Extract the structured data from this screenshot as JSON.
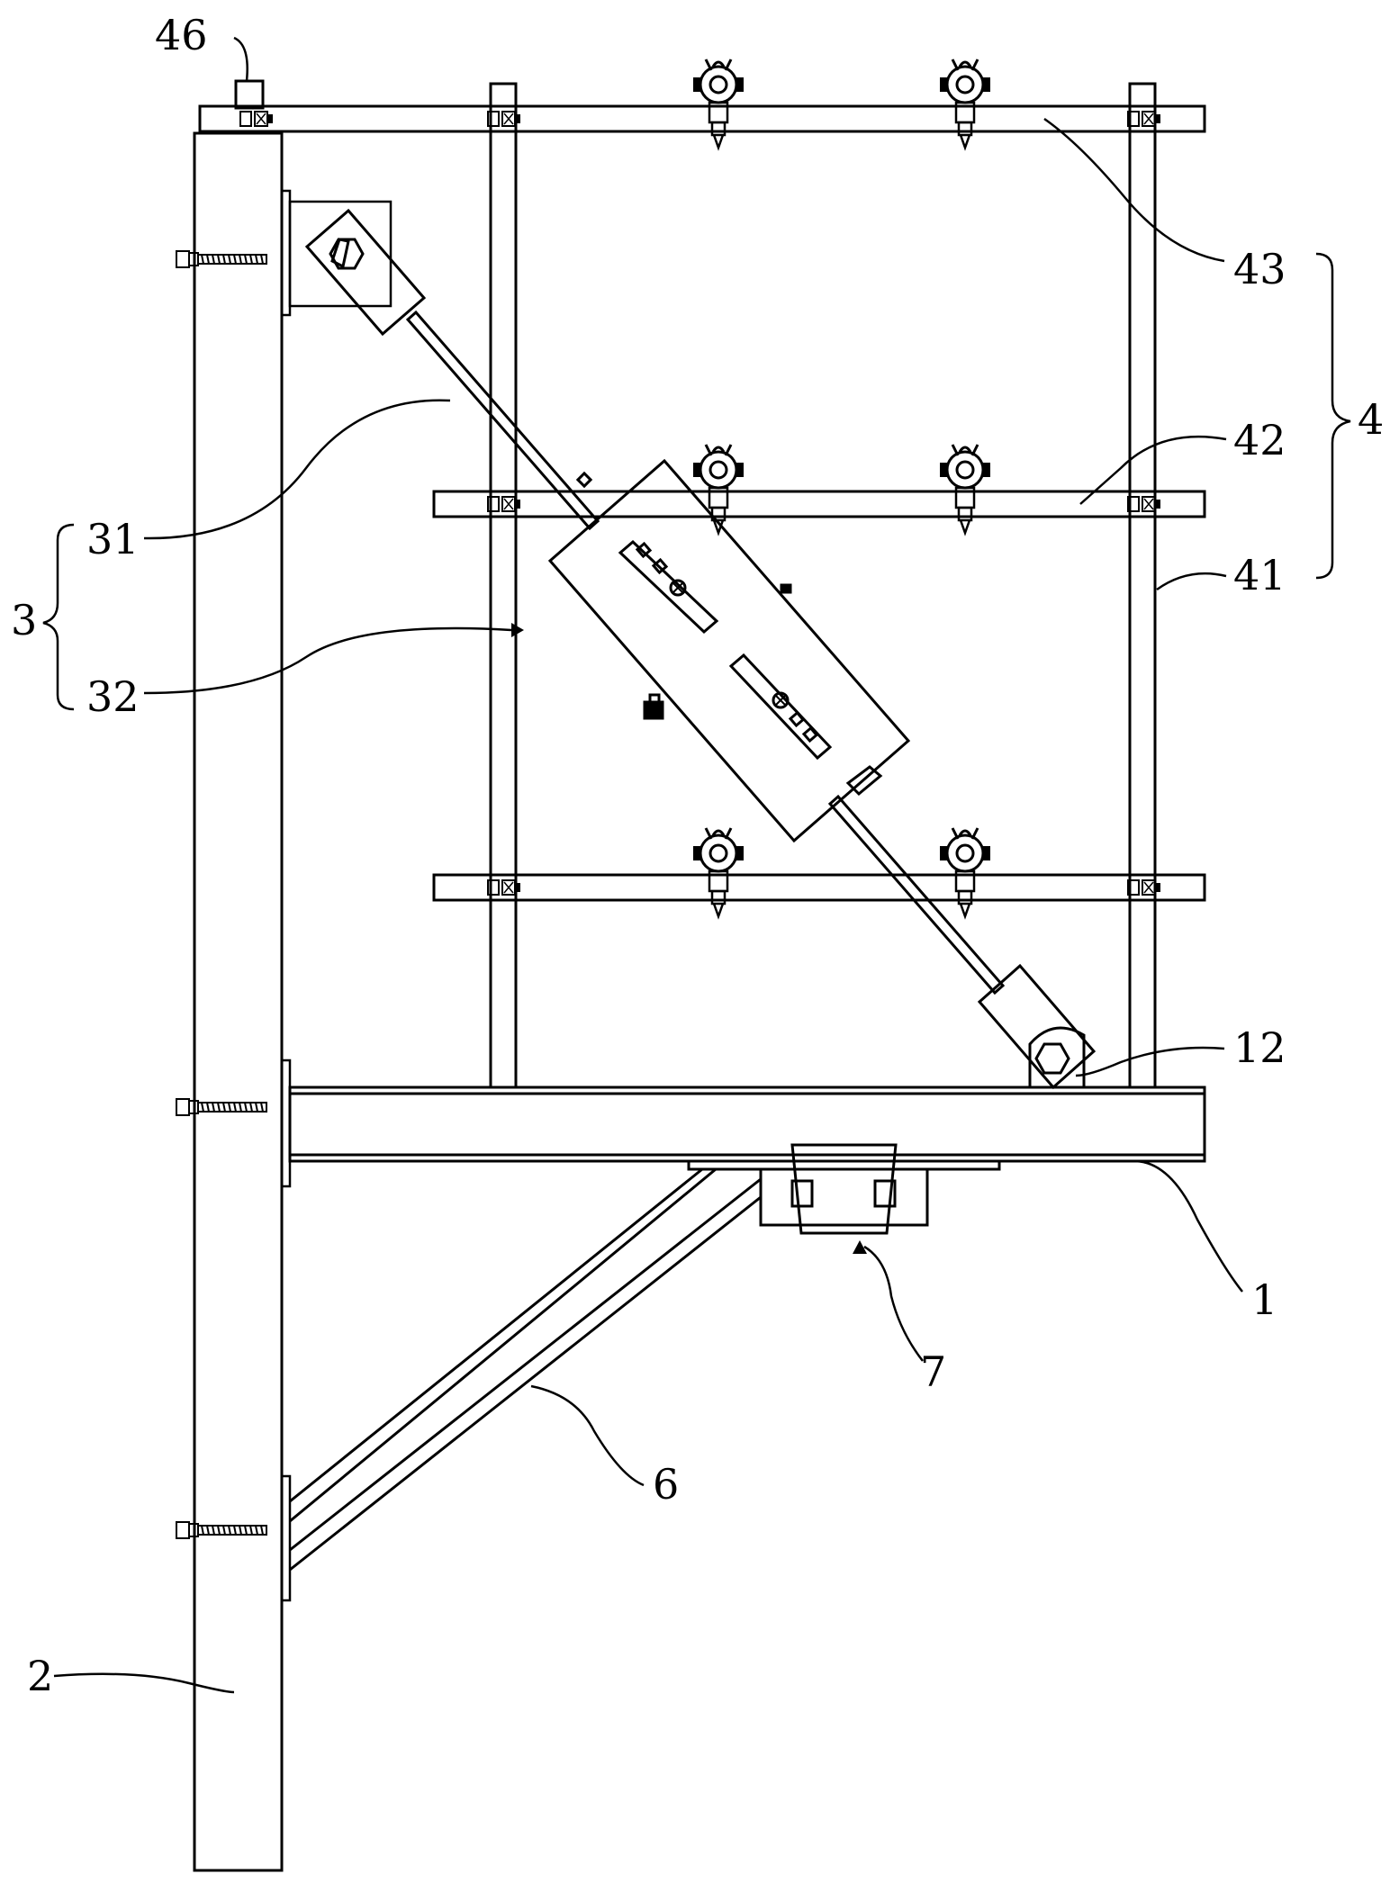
{
  "figure": {
    "labels": {
      "l46": "46",
      "l43": "43",
      "l42": "42",
      "l41": "41",
      "l4": "4",
      "l31": "31",
      "l32": "32",
      "l3": "3",
      "l12": "12",
      "l1": "1",
      "l7": "7",
      "l6": "6",
      "l2": "2"
    }
  }
}
